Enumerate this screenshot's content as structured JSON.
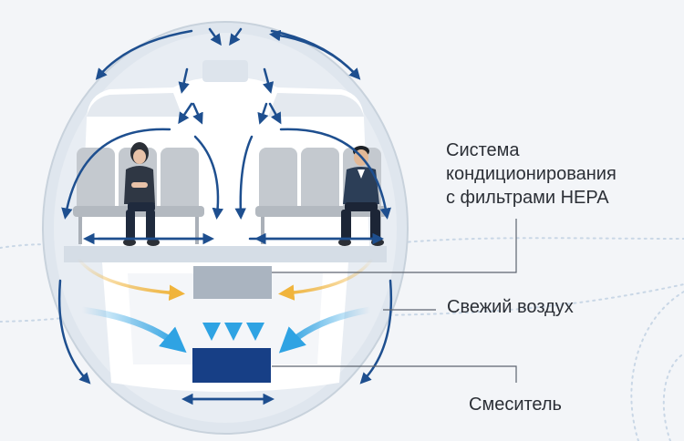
{
  "labels": {
    "hepa_system": [
      "Система",
      "кондиционирования",
      "с фильтрами HEPA"
    ],
    "fresh_air": "Свежий воздух",
    "mixer": "Смеситель"
  },
  "colors": {
    "background": "#f3f5f8",
    "fuselage": "#dfe6ee",
    "cabin": "#ffffff",
    "seat": "#c4c9cf",
    "recirculation_arrow": "#1e4f8f",
    "fresh_air_arrow": "#2fa3e3",
    "warm_air_arrow": "#f0b43c",
    "mixer_box": "#173f86",
    "filter_box": "#aab4c0",
    "leader_line": "#5d6570"
  },
  "icons": [
    "passenger-woman-icon",
    "passenger-man-icon",
    "seat-row-icon",
    "arrow-icon"
  ]
}
